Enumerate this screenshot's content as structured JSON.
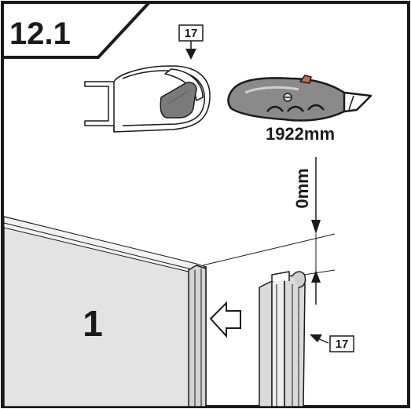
{
  "step": {
    "number": "12.1"
  },
  "top_part": {
    "tag": "17"
  },
  "cut_length": {
    "text": "1922mm"
  },
  "gap": {
    "text": "0mm"
  },
  "panel": {
    "number": "1"
  },
  "side_part": {
    "tag": "17"
  },
  "icons": {
    "seal": "door-seal-profile-icon",
    "knife": "utility-knife-icon",
    "direction": "push-arrow-icon"
  },
  "colors": {
    "ink": "#1a1a1a",
    "panel_fill": "#e3e3e3",
    "seal_fill": "#dadada",
    "knife_body": "#8a8a8a",
    "knife_screw": "#c86a4a"
  }
}
